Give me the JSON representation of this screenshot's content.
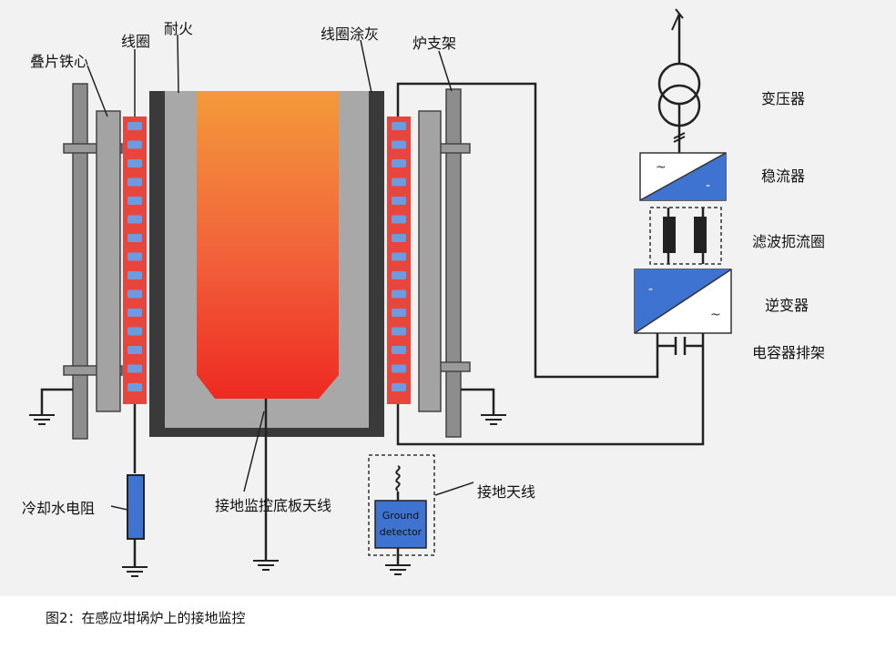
{
  "labels": {
    "laminated_core": "叠片铁心",
    "coil": "线圈",
    "refractory": "耐火",
    "coil_grout": "线圈涂灰",
    "furnace_frame": "炉支架",
    "transformer": "变压器",
    "rectifier": "稳流器",
    "filter_choke": "滤波扼流圈",
    "inverter": "逆变器",
    "capacitor_rack": "电容器排架",
    "bottom_antenna": "接地监控底板天线",
    "ground_antenna": "接地天线",
    "cooling_water_resistor": "冷却水电阻",
    "ground_detector_line1": "Ground",
    "ground_detector_line2": "detector"
  },
  "caption": "图2：在感应坩埚炉上的接地监控",
  "colors": {
    "melt_top": "#f39a3a",
    "melt_bottom": "#ee2a22",
    "coil_red": "#e8453c",
    "coil_blue": "#6e9be0",
    "grey": "#8d8d8d",
    "dark": "#3a3a3a",
    "blue_box": "#3f73d1"
  }
}
